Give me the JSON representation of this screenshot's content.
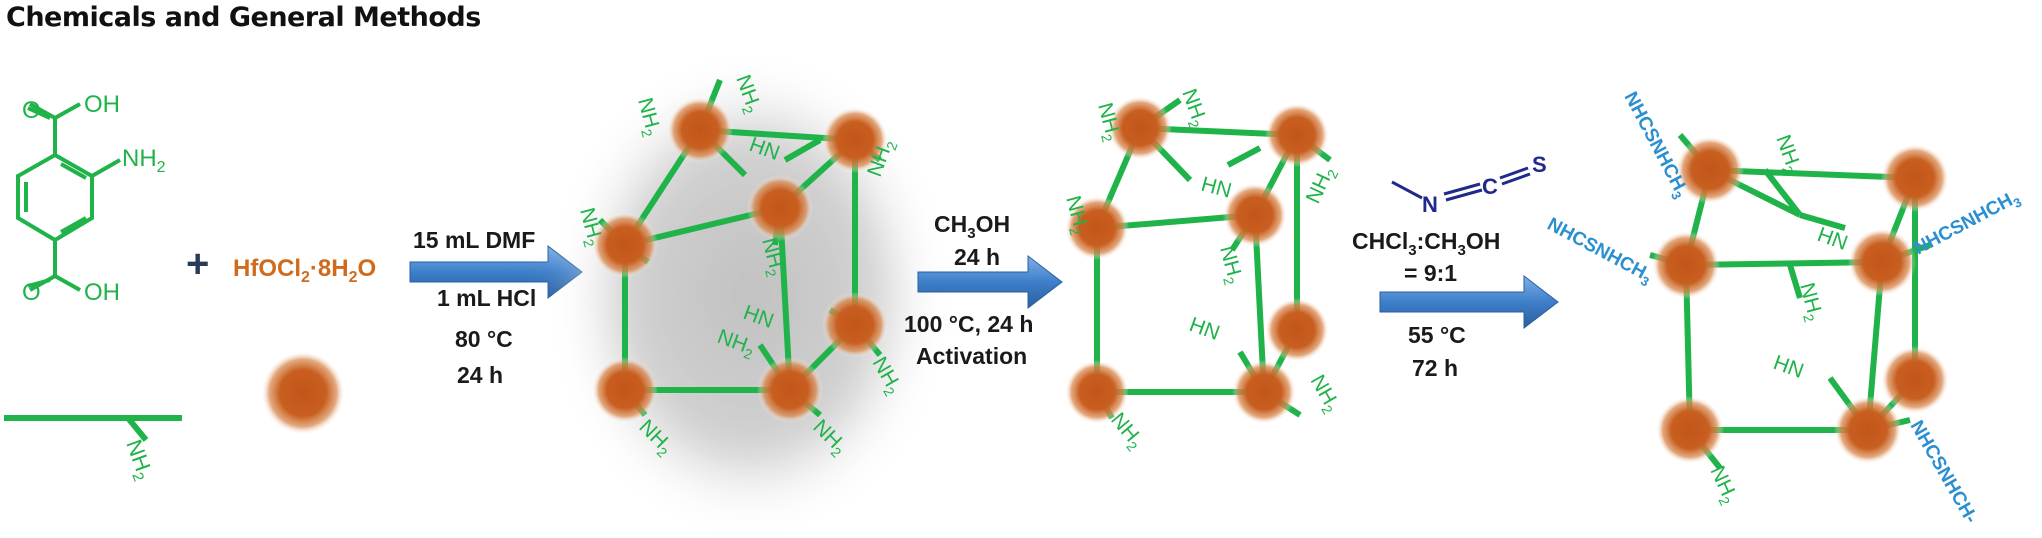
{
  "title": "Chemicals and General Methods",
  "ligand": {
    "oh_top": "OH",
    "o_top": "O",
    "nh2": "NH2",
    "oh_bottom": "OH",
    "o_bottom": "O",
    "linker_nh2": "NH2"
  },
  "plus": "+",
  "metal_salt": "HfOCl2·8H2O",
  "step1": {
    "line1": "15 mL DMF",
    "line2": "1 mL HCl",
    "line3": "80 °C",
    "line4": "24 h"
  },
  "step2": {
    "line1": "CH3OH",
    "line2": "24 h",
    "line3": "100 °C, 24 h",
    "line4": "Activation"
  },
  "step3": {
    "reagent_n": "N",
    "reagent_c": "C",
    "reagent_s": "S",
    "line1": "CHCl3:CH3OH",
    "line2": "= 9:1",
    "line3": "55 °C",
    "line4": "72 h"
  },
  "labels": {
    "nh2": "NH2",
    "hn": "HN",
    "modified": "NHCSNHCH3",
    "modified_cut": "NHCSNHCH-"
  },
  "colors": {
    "green": "#1fb34a",
    "orange": "#c9601a",
    "blue": "#2b8fd0",
    "arrow": "#3d7fc9",
    "navy": "#1f2a8a"
  }
}
